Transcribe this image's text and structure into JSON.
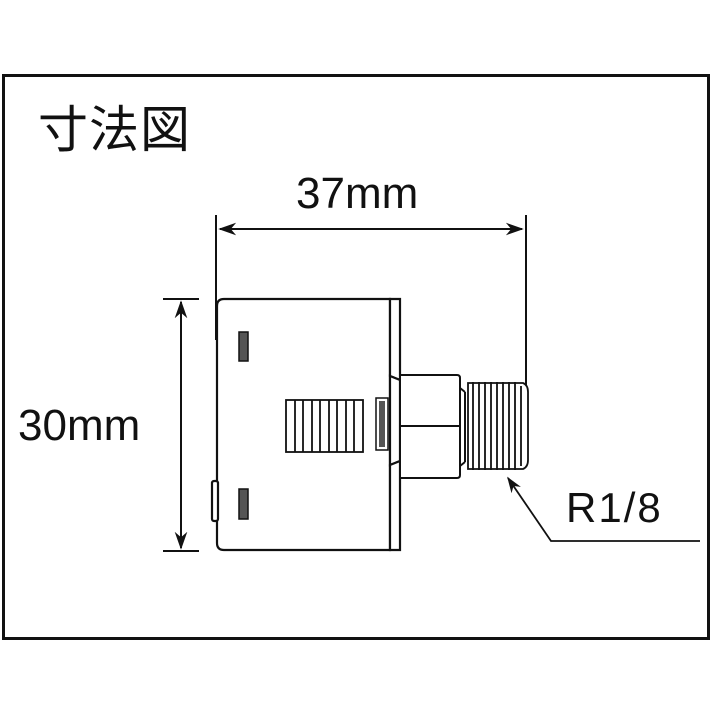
{
  "diagram": {
    "title": "寸法図",
    "dimensions": {
      "width_label": "37mm",
      "height_label": "30mm",
      "thread_label": "R1/8"
    },
    "colors": {
      "line": "#111111",
      "fill": "#ffffff",
      "slot_fill": "#555555"
    }
  }
}
